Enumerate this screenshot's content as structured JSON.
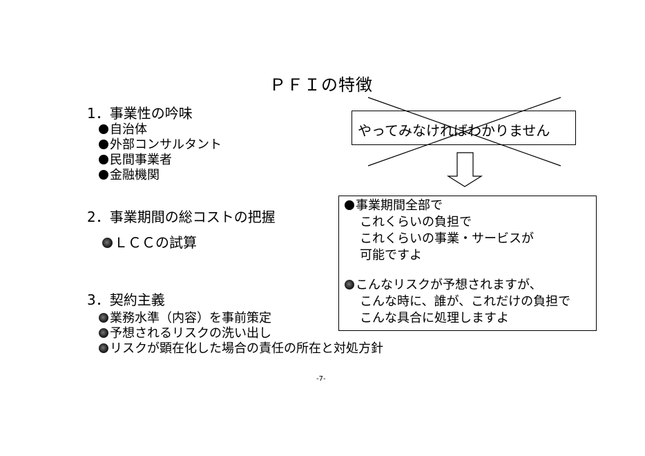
{
  "title": "ＰＦＩの特徴",
  "sections": [
    {
      "heading": "1．事業性の吟味",
      "items": [
        "自治体",
        "外部コンサルタント",
        "民間事業者",
        "金融機関"
      ]
    },
    {
      "heading": "2．事業期間の総コストの把握",
      "items": [
        "ＬＣＣの試算"
      ]
    },
    {
      "heading": "3．契約主義",
      "items": [
        "業務水準（内容）を事前策定",
        "予想されるリスクの洗い出し",
        "リスクが顕在化した場合の責任の所在と対処方針"
      ]
    }
  ],
  "crossed_box": {
    "text": "やってみなければわかりません"
  },
  "answer_box": {
    "point1": [
      "事業期間全部で",
      "これくらいの負担で",
      "これくらいの事業・サービスが",
      "可能ですよ"
    ],
    "point2": [
      "こんなリスクが予想されますが、",
      "こんな時に、誰が、これだけの負担で",
      "こんな具合に処理しますよ"
    ]
  },
  "page_number": "-7-"
}
